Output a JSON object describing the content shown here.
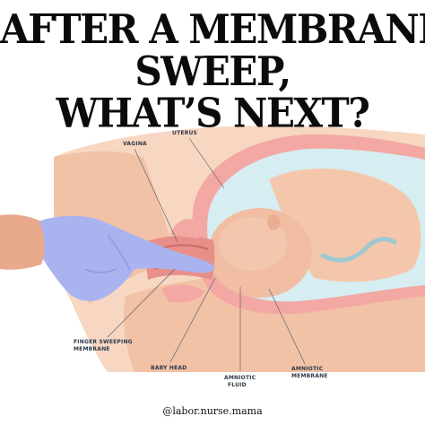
{
  "title": {
    "line1": "AFTER A MEMBRANE",
    "line2": "SWEEP,",
    "line3": "WHAT’S NEXT?"
  },
  "labels": {
    "uterus": "UTERUS",
    "vagina": "VAGINA",
    "finger_line1": "FINGER SWEEPING",
    "finger_line2": "MEMBRANE",
    "baby_head": "BABY HEAD",
    "fluid_line1": "AMNIOTIC",
    "fluid_line2": "FLUID",
    "membrane_line1": "AMNIOTIC",
    "membrane_line2": "MEMBRANE"
  },
  "handle": "@labor.nurse.mama",
  "colors": {
    "skin_light": "#f7d7c2",
    "skin_mid": "#f2c2a6",
    "skin_dark": "#e8a98d",
    "uterus_wall": "#f3a8a4",
    "amniotic_fluid": "#d6eef2",
    "glove": "#a9b3f0",
    "label": "#2e3a4a"
  }
}
